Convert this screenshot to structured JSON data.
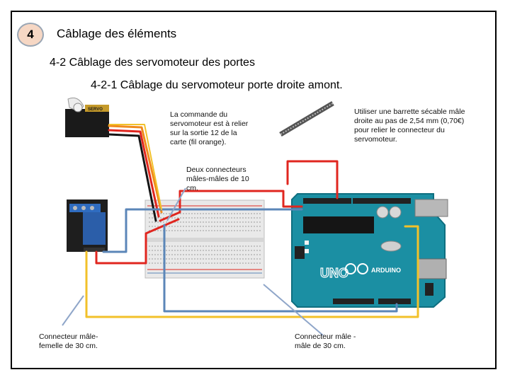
{
  "header": {
    "step_number": "4",
    "title": "Câblage des éléments",
    "subtitle": "4-2 Câblage des servomoteur des portes",
    "subsubtitle": "4-2-1 Câblage du servomoteur porte droite amont."
  },
  "notes": {
    "servo_command": "La commande du servomoteur est à relier sur la sortie 12 de la carte (fil orange).",
    "header_strip": "Utiliser une barrette sécable mâle droite au pas de 2,54 mm (0,70€) pour relier le connecteur du servomoteur.",
    "two_connectors": "Deux connecteurs mâles-mâles de 10 cm.",
    "male_female": "Connecteur mâle-femelle de 30 cm.",
    "male_male": "Connecteur mâle - mâle de 30 cm."
  },
  "components": {
    "servo_label": "SERVO",
    "arduino_label": "UNO",
    "arduino_brand": "ARDUINO"
  },
  "colors": {
    "wire_red": "#e0261f",
    "wire_yellow": "#f2c12a",
    "wire_blue": "#5b86b8",
    "wire_black": "#151515",
    "wire_orange": "#f08a1c",
    "arduino_teal": "#1b8fa3",
    "relay_blue": "#2b5ea9",
    "breadboard": "#e9e9e9"
  }
}
